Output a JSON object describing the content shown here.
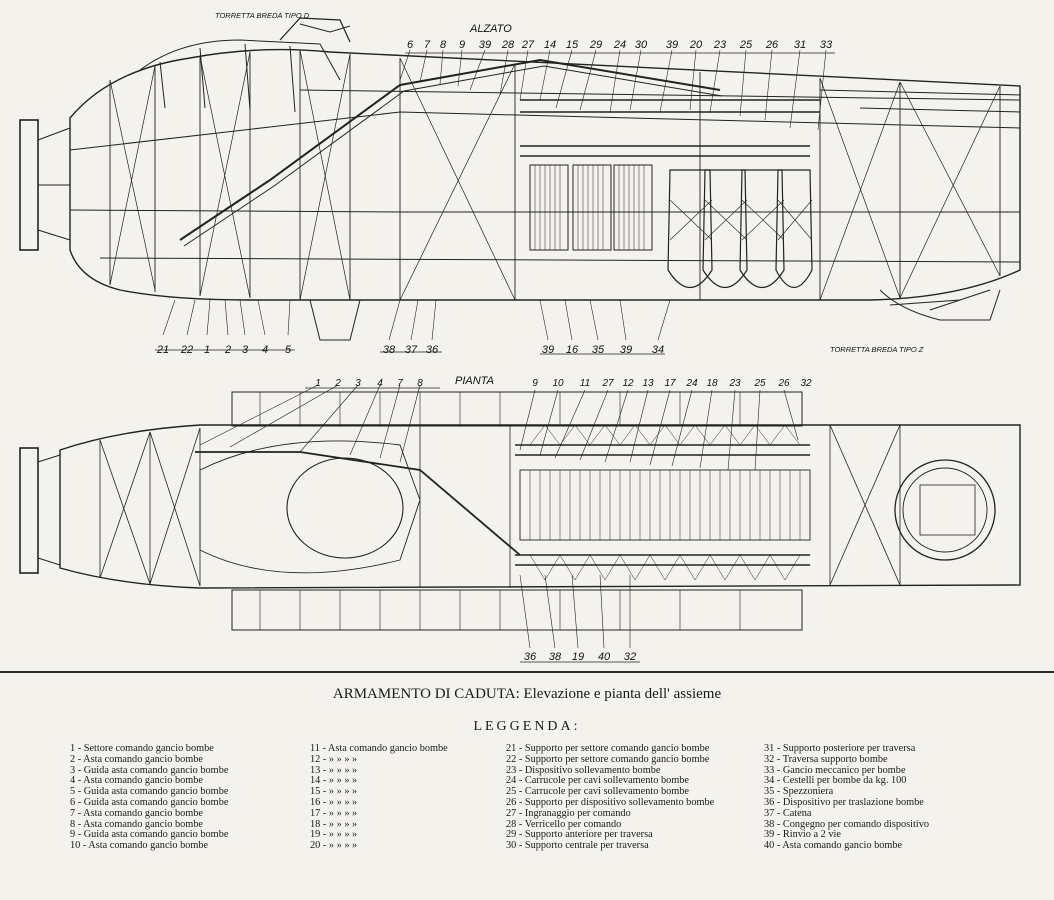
{
  "elevation": {
    "title": "ALZATO",
    "turret_top_label": "TORRETTA BREDA TIPO D",
    "turret_bottom_label": "TORRETTA BREDA TIPO Z",
    "callouts_top": [
      "6",
      "7",
      "8",
      "9",
      "39",
      "28",
      "27",
      "14",
      "15",
      "29",
      "24",
      "30",
      "39",
      "20",
      "23",
      "25",
      "26",
      "31",
      "33"
    ],
    "callouts_bottom": [
      "21",
      "22",
      "1",
      "2",
      "3",
      "4",
      "5",
      "38",
      "37",
      "36",
      "39",
      "16",
      "35",
      "39",
      "34"
    ]
  },
  "plan": {
    "title": "PIANTA",
    "callouts_top": [
      "1",
      "2",
      "3",
      "4",
      "7",
      "8",
      "9",
      "10",
      "11",
      "27",
      "12",
      "13",
      "17",
      "24",
      "18",
      "23",
      "25",
      "26",
      "32"
    ],
    "callouts_bottom": [
      "36",
      "38",
      "19",
      "40",
      "32"
    ]
  },
  "caption": "ARMAMENTO DI CADUTA: Elevazione e pianta dell' assieme",
  "legend_title": "LEGGENDA:",
  "legend": {
    "col1": [
      "1 - Settore comando gancio bombe",
      "2 - Asta comando gancio bombe",
      "3 - Guida asta comando gancio bombe",
      "4 - Asta comando gancio bombe",
      "5 - Guida asta comando gancio bombe",
      "6 - Guida asta comando gancio bombe",
      "7 - Asta comando gancio bombe",
      "8 - Asta comando gancio bombe",
      "9 - Guida asta comando gancio bombe",
      "10 - Asta comando gancio bombe"
    ],
    "col2": [
      "11 - Asta comando gancio bombe",
      "12 -  »         »          »          »",
      "13 -  »         »          »          »",
      "14 -  »         »          »          »",
      "15 -  »         »          »          »",
      "16 -  »         »          »          »",
      "17 -  »         »          »          »",
      "18 -  »         »          »          »",
      "19 -  »         »          »          »",
      "20 -  »         »          »          »"
    ],
    "col3": [
      "21 - Supporto per settore comando gancio bombe",
      "22 - Supporto per settore comando gancio bombe",
      "23 - Dispositivo sollevamento bombe",
      "24 - Carrucole per cavi sollevamento bombe",
      "25 - Carrucole per cavi sollevamento bombe",
      "26 - Supporto per dispositivo sollevamento bombe",
      "27 - Ingranaggio per comando",
      "28 - Verricello per comando",
      "29 - Supporto anteriore per traversa",
      "30 - Supporto centrale per traversa"
    ],
    "col4": [
      "31 - Supporto posteriore per traversa",
      "32 - Traversa supporto bombe",
      "33 - Gancio meccanico per bombe",
      "34 - Cestelli per bombe da kg. 100",
      "35 - Spezzoniera",
      "36 - Dispositivo per traslazione bombe",
      "37 - Catena",
      "38 - Congegno per comando dispositivo",
      "39 - Rinvio a 2 vie",
      "40 - Asta comando gancio bombe"
    ]
  }
}
